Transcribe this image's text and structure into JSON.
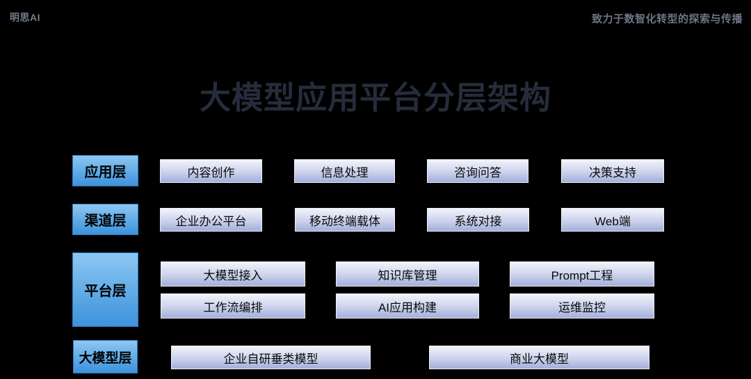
{
  "header": {
    "logo": "明思AI",
    "tagline": "致力于数智化转型的探索与传播"
  },
  "title": "大模型应用平台分层架构",
  "colors": {
    "background": "#000000",
    "title_text": "#272c3a",
    "header_text": "#6d7587",
    "layer_label_gradient_top": "#8dc7f2",
    "layer_label_gradient_bottom": "#3e92dc",
    "layer_label_border": "#2e7dc2",
    "node_gradient_top": "#f1f3fa",
    "node_gradient_bottom": "#a3aeda",
    "node_border": "#eef0f7",
    "node_text": "#0a0a0a"
  },
  "layers": [
    {
      "label": "应用层",
      "boxes": [
        "内容创作",
        "信息处理",
        "咨询问答",
        "决策支持"
      ]
    },
    {
      "label": "渠道层",
      "boxes": [
        "企业办公平台",
        "移动终端载体",
        "系统对接",
        "Web端"
      ]
    },
    {
      "label": "平台层",
      "rows": [
        [
          "大模型接入",
          "知识库管理",
          "Prompt工程"
        ],
        [
          "工作流编排",
          "AI应用构建",
          "运维监控"
        ]
      ]
    },
    {
      "label": "大模型层",
      "boxes": [
        "企业自研垂类模型",
        "商业大模型"
      ]
    }
  ]
}
